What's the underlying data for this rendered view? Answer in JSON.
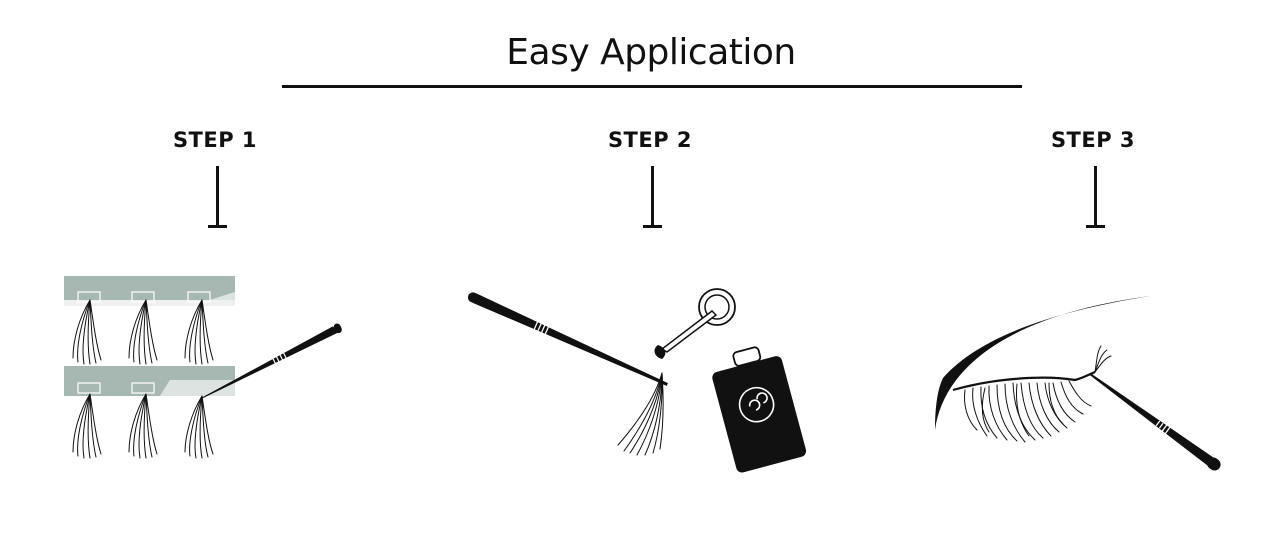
{
  "title": "Easy Application",
  "steps": [
    {
      "label": "STEP 1",
      "icon": "lash-tray-with-tweezers-icon"
    },
    {
      "label": "STEP 2",
      "icon": "bond-glue-bottle-and-tweezers-icon"
    },
    {
      "label": "STEP 3",
      "icon": "eye-lash-application-icon"
    }
  ],
  "colors": {
    "ink": "#111111",
    "tray": "#a7b7b1",
    "tray_light": "#dde3e0"
  }
}
